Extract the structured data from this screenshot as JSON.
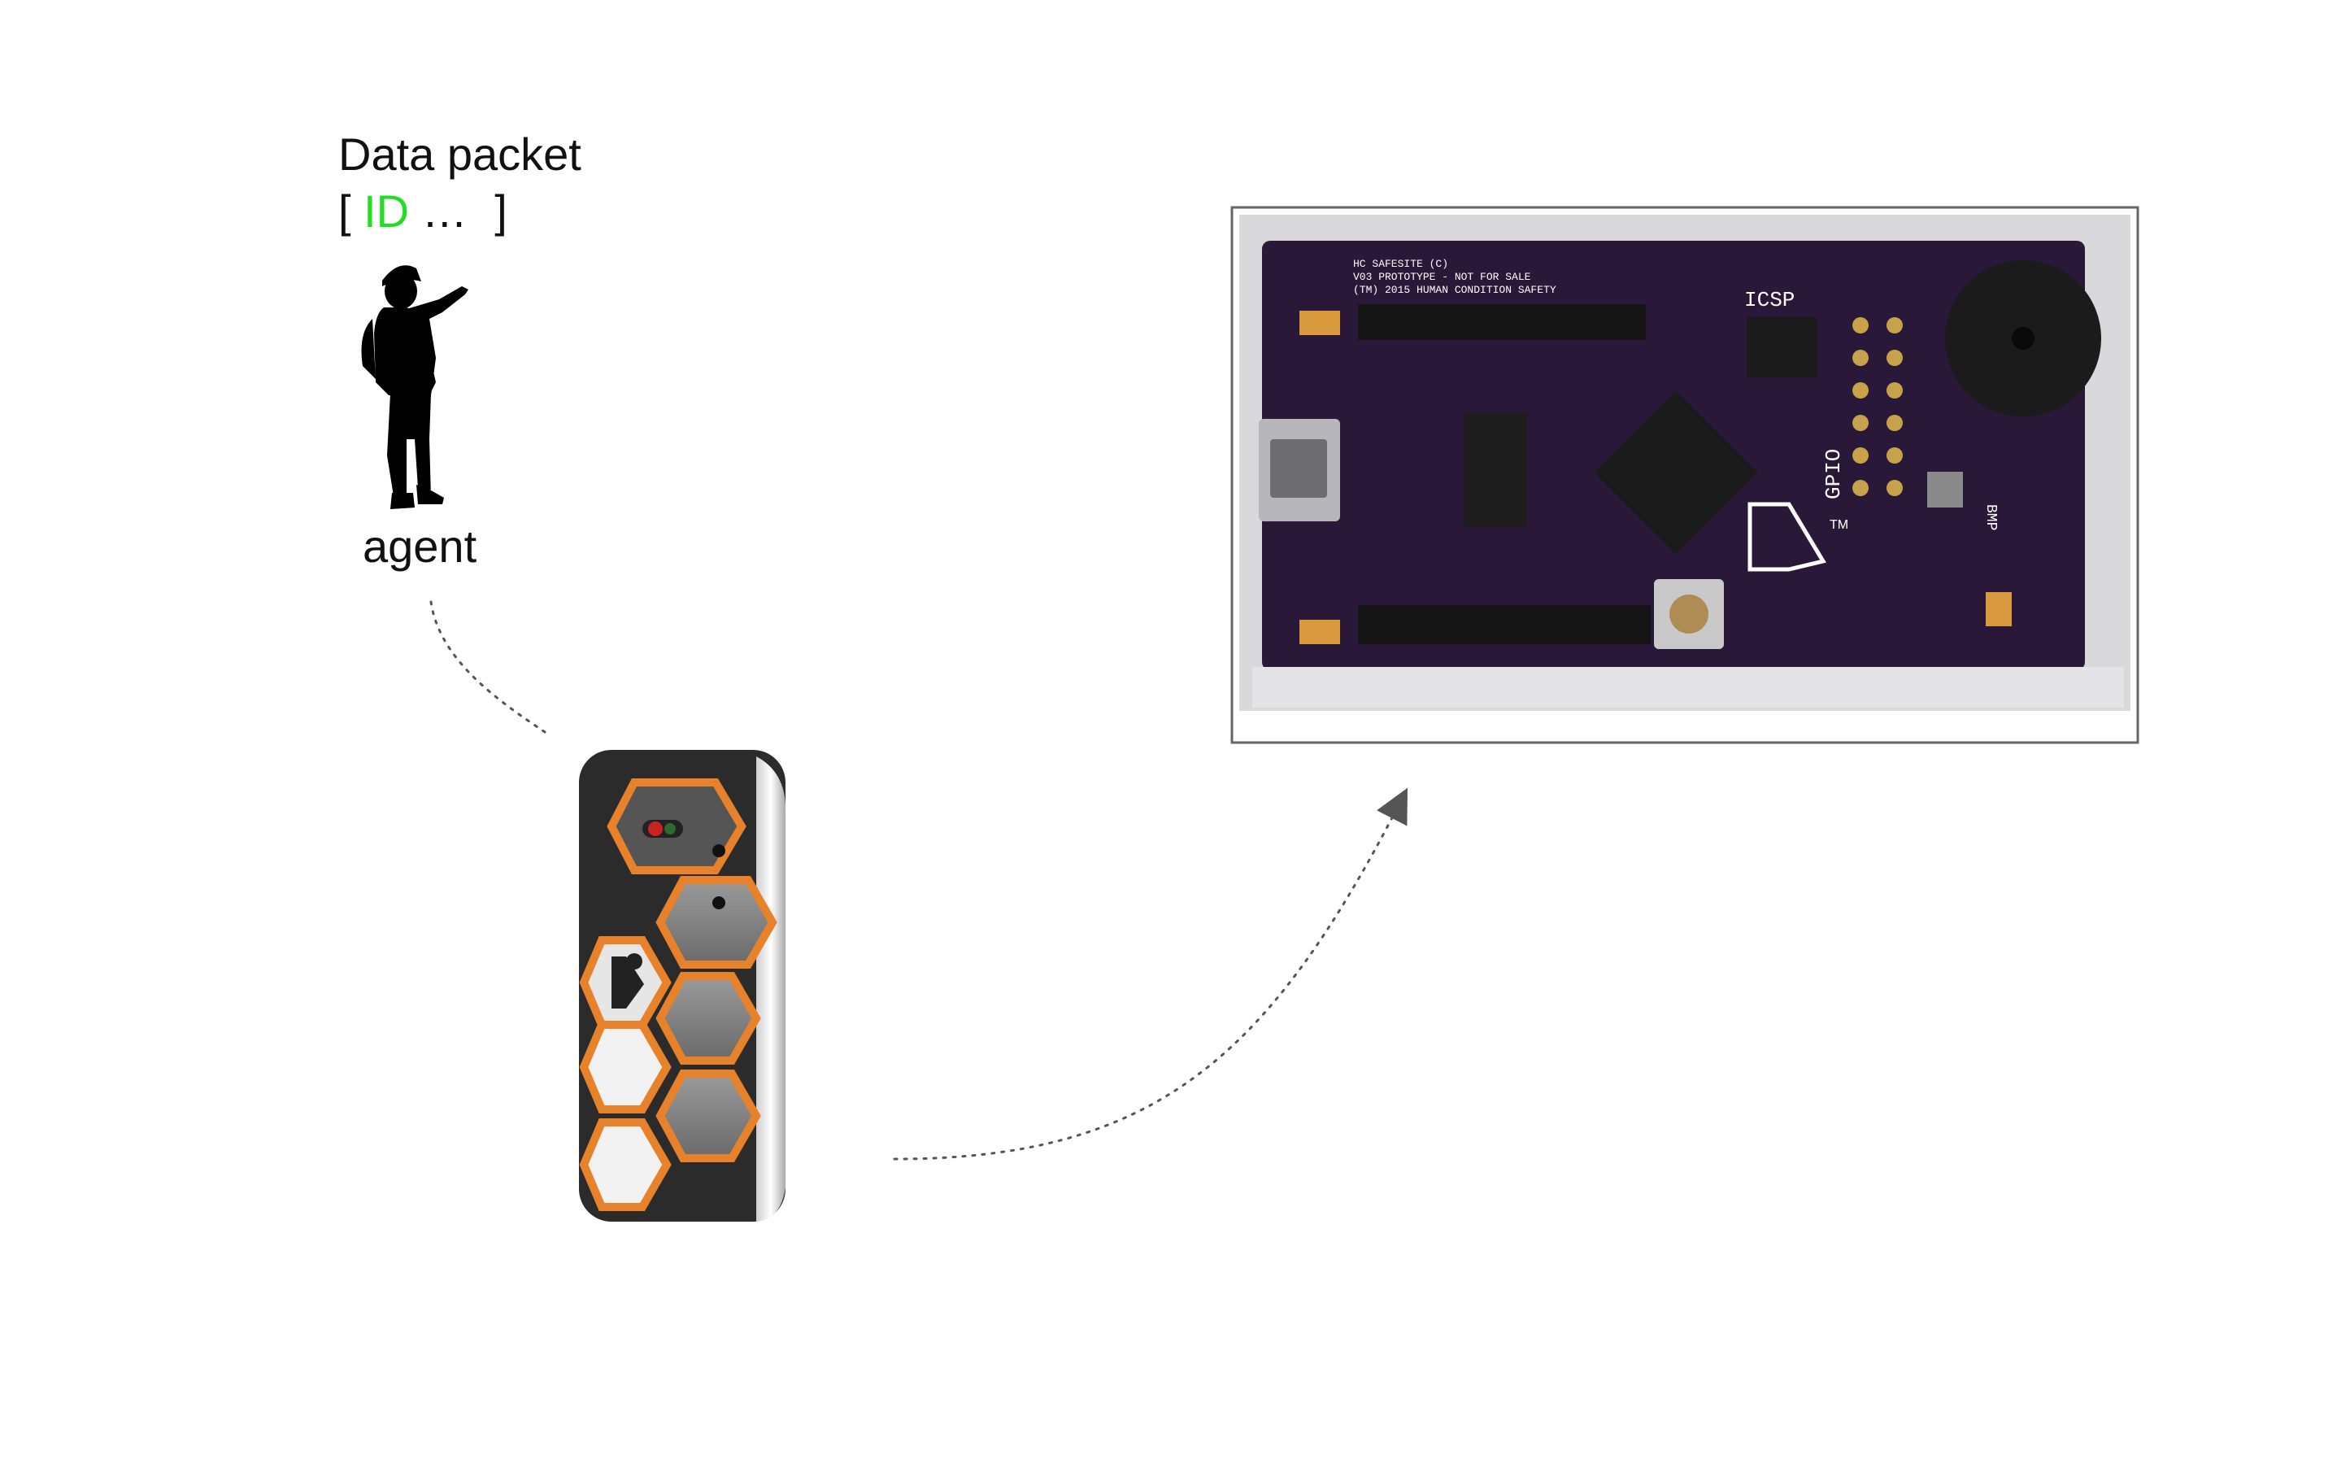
{
  "packet": {
    "title": "Data packet",
    "open_bracket": "[",
    "id": "ID",
    "ellipsis": "…",
    "close_bracket": "]"
  },
  "agent": {
    "label": "agent",
    "icon": "worker-silhouette-icon"
  },
  "device": {
    "icon": "wearable-hexagon-device-icon",
    "brand_mark": "TM"
  },
  "board": {
    "icon": "circuit-board-photo",
    "silkscreen_lines": [
      "HC SAFESITE (C)",
      "V03 PROTOTYPE - NOT FOR SALE",
      "(TM) 2015 HUMAN CONDITION SAFETY"
    ],
    "icsp_label": "ICSP",
    "gpio_label": "GPIO",
    "bmp_label": "BMP",
    "tm_label": "TM"
  },
  "colors": {
    "id_green": "#22dd22",
    "device_orange": "#e8822a",
    "board_purple": "#2a1838",
    "connector_dots": "#555555"
  }
}
